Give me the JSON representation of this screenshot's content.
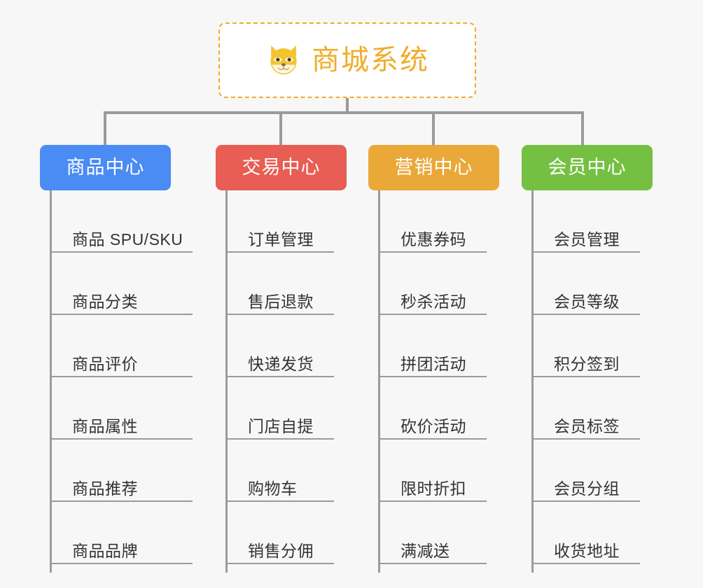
{
  "diagram": {
    "type": "mindmap",
    "background_color": "#f7f7f7",
    "connector_color": "#9b9b9b"
  },
  "root": {
    "label": "商城系统",
    "icon": "shiba-dog-face-icon",
    "text_color": "#f0ad2a",
    "border_color": "#f0ad2a",
    "background_color": "#ffffff"
  },
  "branches": [
    {
      "label": "商品中心",
      "color": "#4a8bf4",
      "leaves": [
        {
          "label": "商品 SPU/SKU"
        },
        {
          "label": "商品分类"
        },
        {
          "label": "商品评价"
        },
        {
          "label": "商品属性"
        },
        {
          "label": "商品推荐"
        },
        {
          "label": "商品品牌"
        }
      ]
    },
    {
      "label": "交易中心",
      "color": "#e85d54",
      "leaves": [
        {
          "label": "订单管理"
        },
        {
          "label": "售后退款"
        },
        {
          "label": "快递发货"
        },
        {
          "label": "门店自提"
        },
        {
          "label": "购物车"
        },
        {
          "label": "销售分佣"
        }
      ]
    },
    {
      "label": "营销中心",
      "color": "#eaa839",
      "leaves": [
        {
          "label": "优惠券码"
        },
        {
          "label": "秒杀活动"
        },
        {
          "label": "拼团活动"
        },
        {
          "label": "砍价活动"
        },
        {
          "label": "限时折扣"
        },
        {
          "label": "满减送"
        }
      ]
    },
    {
      "label": "会员中心",
      "color": "#75c043",
      "leaves": [
        {
          "label": "会员管理"
        },
        {
          "label": "会员等级"
        },
        {
          "label": "积分签到"
        },
        {
          "label": "会员标签"
        },
        {
          "label": "会员分组"
        },
        {
          "label": "收货地址"
        }
      ]
    }
  ]
}
